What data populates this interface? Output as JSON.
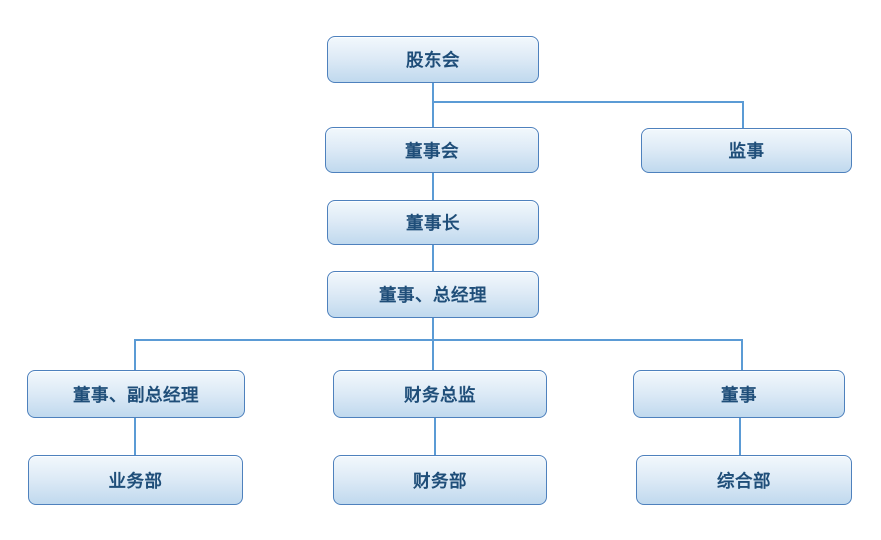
{
  "diagram": {
    "type": "org-chart",
    "title": "",
    "nodes": {
      "shareholders": {
        "label": "股东会"
      },
      "board": {
        "label": "董事会"
      },
      "supervisor": {
        "label": "监事"
      },
      "chairman": {
        "label": "董事长"
      },
      "gm": {
        "label": "董事、总经理"
      },
      "deputy_gm": {
        "label": "董事、副总经理"
      },
      "cfo": {
        "label": "财务总监"
      },
      "director": {
        "label": "董事"
      },
      "business_dept": {
        "label": "业务部"
      },
      "finance_dept": {
        "label": "财务部"
      },
      "general_dept": {
        "label": "综合部"
      }
    },
    "edges": [
      {
        "from": "shareholders",
        "to": "board"
      },
      {
        "from": "shareholders",
        "to": "supervisor"
      },
      {
        "from": "board",
        "to": "chairman"
      },
      {
        "from": "chairman",
        "to": "gm"
      },
      {
        "from": "gm",
        "to": "deputy_gm"
      },
      {
        "from": "gm",
        "to": "cfo"
      },
      {
        "from": "gm",
        "to": "director"
      },
      {
        "from": "deputy_gm",
        "to": "business_dept"
      },
      {
        "from": "cfo",
        "to": "finance_dept"
      },
      {
        "from": "director",
        "to": "general_dept"
      }
    ],
    "colors": {
      "background": "#ffffff",
      "node_border": "#4e81bd",
      "node_fill_top": "#f2f8fc",
      "node_fill_bottom": "#c0d9ee",
      "node_text": "#1f4e79",
      "connector": "#5b9bd5"
    }
  }
}
